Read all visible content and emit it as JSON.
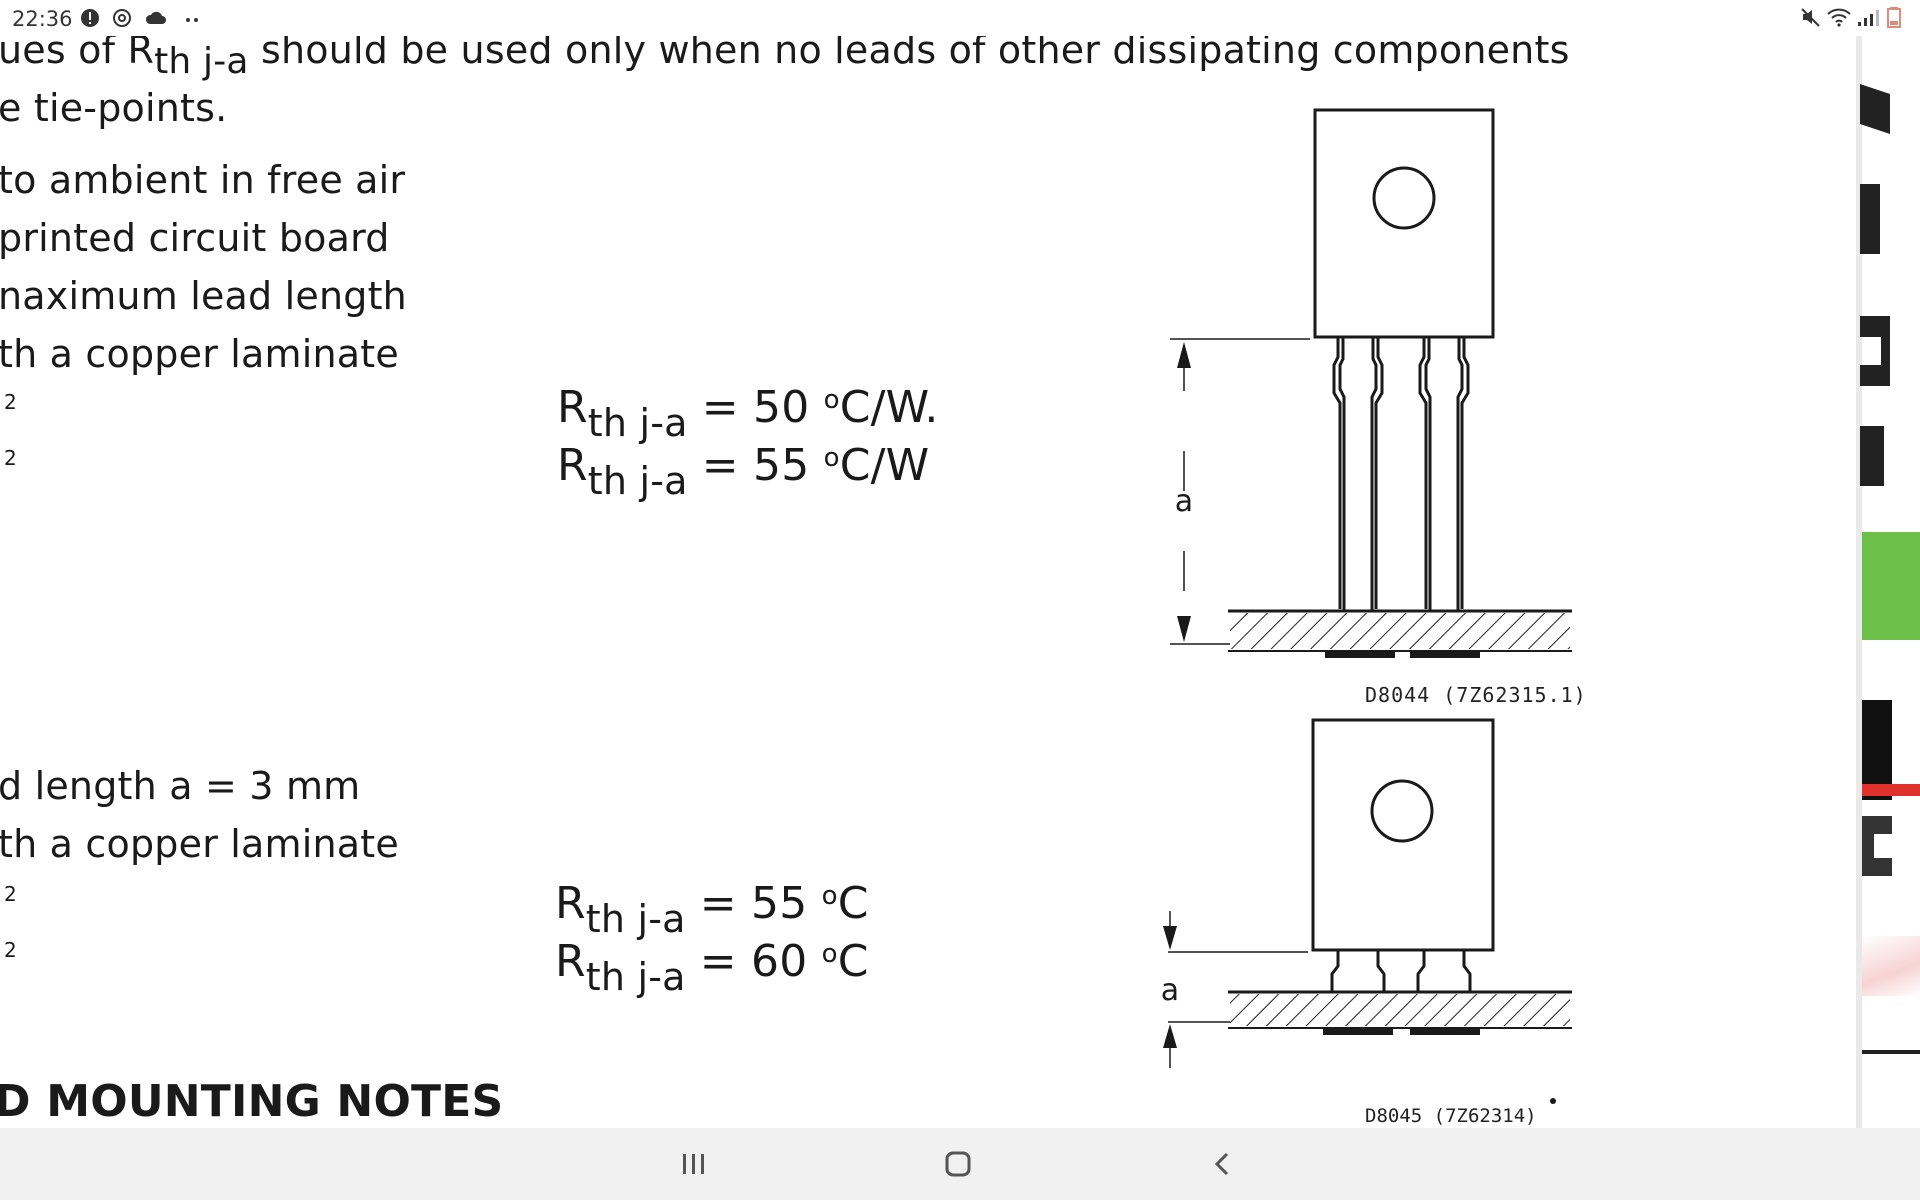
{
  "status_bar": {
    "time": "22:36",
    "icons_left": [
      "alert-icon",
      "sync-icon",
      "cloud-icon",
      "more-dots-icon"
    ],
    "icons_right": [
      "mute-icon",
      "wifi-icon",
      "signal-icon",
      "battery-icon"
    ]
  },
  "document": {
    "intro": {
      "line1_prefix": "ues of R",
      "line1_sub": "th j-a",
      "line1_suffix": " should be used only when no leads of other dissipating components",
      "line2": "e tie-points."
    },
    "section1": {
      "lines": [
        "to ambient in free air",
        "printed circuit board",
        "naximum lead length",
        "th a copper laminate"
      ],
      "sup_marks": [
        "2",
        "2"
      ],
      "formulas": [
        {
          "r": "R",
          "sub": "th j-a",
          "eq": " = 50 ",
          "deg": "o",
          "unit": "C/W."
        },
        {
          "r": "R",
          "sub": "th j-a",
          "eq": " = 55 ",
          "deg": "o",
          "unit": "C/W"
        }
      ]
    },
    "section2": {
      "lines": [
        "d length a = 3 mm",
        "th a copper laminate"
      ],
      "sup_marks": [
        "2",
        "2"
      ],
      "formulas": [
        {
          "r": "R",
          "sub": "th j-a",
          "eq": " = 55 ",
          "deg": "o",
          "unit": "C"
        },
        {
          "r": "R",
          "sub": "th j-a",
          "eq": " = 60 ",
          "deg": "o",
          "unit": "C"
        }
      ]
    },
    "heading": "D MOUNTING NOTES",
    "diagram1": {
      "dimension_label": "a",
      "code": "D8044 (7Z62315.1)"
    },
    "diagram2": {
      "dimension_label": "a",
      "code": "D8045 (7Z62314)"
    }
  },
  "nav_bar": {
    "buttons": [
      "recent-apps",
      "home",
      "back"
    ]
  },
  "colors": {
    "background": "#ffffff",
    "ink": "#1a1a1a",
    "nav_bar": "#f1f1f1",
    "side_accent_green": "#6cc04a",
    "side_accent_red": "#e0312d"
  }
}
